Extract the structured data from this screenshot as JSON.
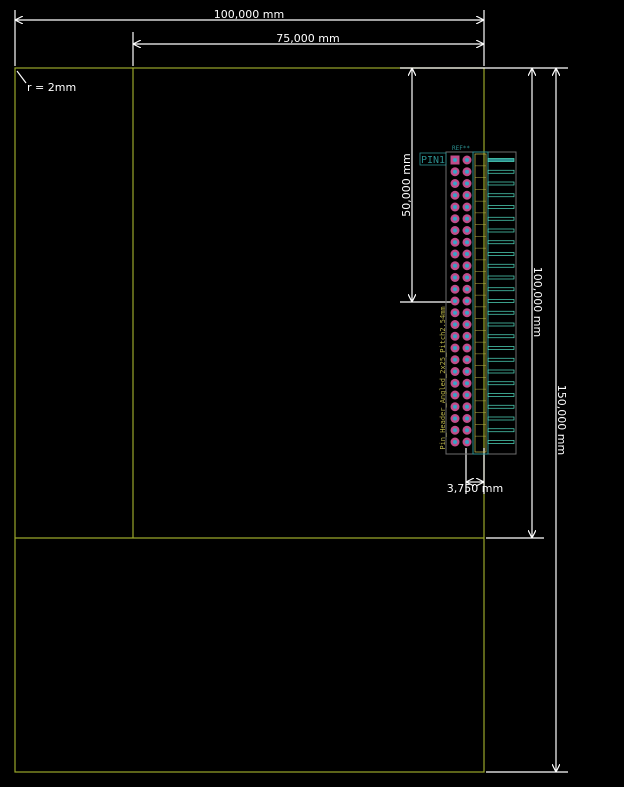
{
  "board": {
    "outline_color": "#9aa62a",
    "dimension_color": "#ffffff",
    "background_color": "#000000"
  },
  "dimensions": {
    "width_full": "100,000 mm",
    "width_partial": "75,000 mm",
    "height_full": "150,000 mm",
    "height_partial": "100,000 mm",
    "offset_vertical": "50,000 mm",
    "offset_horizontal": "3,750 mm",
    "corner_radius": "r = 2mm"
  },
  "footprint": {
    "reference": "REF**",
    "pin1_label": "PIN1",
    "value": "Pin_Header_Angled_2x25_Pitch2.54mm",
    "rows": 25,
    "columns": 2,
    "pad_color": "#c14d8a",
    "drill_color": "#37a3c6",
    "silkscreen_color": "#2b8f8f",
    "fab_color": "#b7b24a",
    "courtyard_color": "#6e6e6e",
    "pin_line_color": "#54e3c6"
  }
}
